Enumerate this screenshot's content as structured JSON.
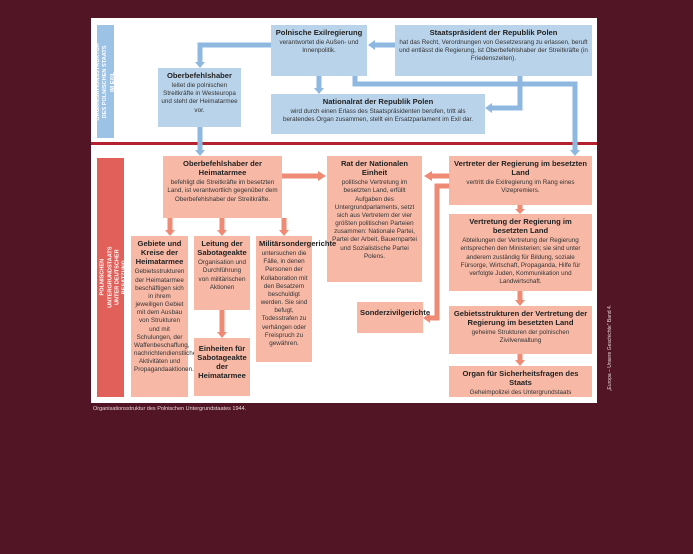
{
  "side_labels": {
    "exile": "ORGANISATIONSSTRUKTUR DES POLNISCHEN STAATS IM EXIL",
    "underground": "STRUKTUREN DES POLNISCHEN UNTERGRUNDSTAATS UNTER DEUTSCHER BESATZUNG"
  },
  "exile": {
    "government": {
      "title": "Polnische Exilregierung",
      "text": "verantwortet die Außen- und Innenpolitik."
    },
    "president": {
      "title": "Staatspräsident der Republik Polen",
      "text": "hat das Recht, Verordnungen von Gesetzesrang zu erlassen, beruft und entlässt die Regierung, ist Oberbefehlshaber der Streitkräfte (in Friedenszeiten)."
    },
    "commander": {
      "title": "Oberbefehlshaber",
      "text": "leitet die polnischen Streitkräfte in Westeuropa und steht der Heimatarmee vor."
    },
    "council": {
      "title": "Nationalrat der Republik Polen",
      "text": "wird durch einen Erlass des Staatspräsidenten berufen, tritt als beratendes Organ zusammen, stellt ein Ersatzparlament im Exil dar."
    }
  },
  "underground": {
    "home_commander": {
      "title": "Oberbefehlshaber der Heimatarmee",
      "text": "befehligt die Streitkräfte im besetzten Land, ist verantwortlich gegenüber dem Oberbefehlshaber der Streitkräfte."
    },
    "unity_council": {
      "title": "Rat der Nationalen Einheit",
      "text": "politische Vertretung im besetzten Land, erfüllt Aufgaben des Untergrundparlaments, setzt sich aus Vertretern der vier größten politischen Parteien zusammen: Nationale Partei, Partei der Arbeit, Bauernpartei und Sozialistische Partei Polens."
    },
    "delegate": {
      "title": "Vertreter der Regierung im besetzten Land",
      "text": "vertritt die Exilregierung im Rang eines Vizepremiers."
    },
    "delegation": {
      "title": "Vertretung der Regierung im besetzten Land",
      "text": "Abteilungen der Vertretung der Regierung entsprechen den Ministerien; sie sind unter anderem zuständig für Bildung, soziale Fürsorge, Wirtschaft, Propaganda, Hilfe für verfolgte Juden, Kommunikation und Landwirtschaft."
    },
    "districts": {
      "title": "Gebiete und Kreise der Heimatarmee",
      "text": "Gebietsstrukturen der Heimatarmee beschäftigen sich in ihrem jeweiligen Gebiet mit dem Ausbau von Strukturen und mit Schulungen, der Waffenbeschaffung, nachrichtendienstlichen Aktivitäten und Propagandaaktionen."
    },
    "sabotage": {
      "title": "Leitung der Sabotageakte",
      "text": "Organisation und Durchführung von militärischen Aktionen"
    },
    "military_courts": {
      "title": "Militärsondergerichte",
      "text": "untersuchen die Fälle, in denen Personen der Kollaboration mit den Besatzern beschuldigt werden. Sie sind befugt, Todesstrafen zu verhängen oder Freispruch zu gewähren."
    },
    "sabotage_units": {
      "title": "Einheiten für Sabotageakte der Heimatarmee"
    },
    "civil_courts": {
      "title": "Sonderzivilgerichte"
    },
    "regional": {
      "title": "Gebietsstrukturen der Vertretung der Regierung im besetzten Land",
      "text": "geheime Strukturen der polnischen Zivilverwaltung"
    },
    "security": {
      "title": "Organ für Sicherheitsfragen des Staats",
      "text": "Geheimpolizei des Untergrundstaats"
    }
  },
  "caption": "Organisationsstruktur des Polnischen Untergrundstaates 1944.",
  "credit": "„Europa – Unsere Geschichte\" Band 4.",
  "colors": {
    "blue": "#b9d3ea",
    "blue_arrow": "#8fb8e0",
    "red": "#f7b9a6",
    "red_arrow": "#ef8a74",
    "maroon": "#521525"
  }
}
